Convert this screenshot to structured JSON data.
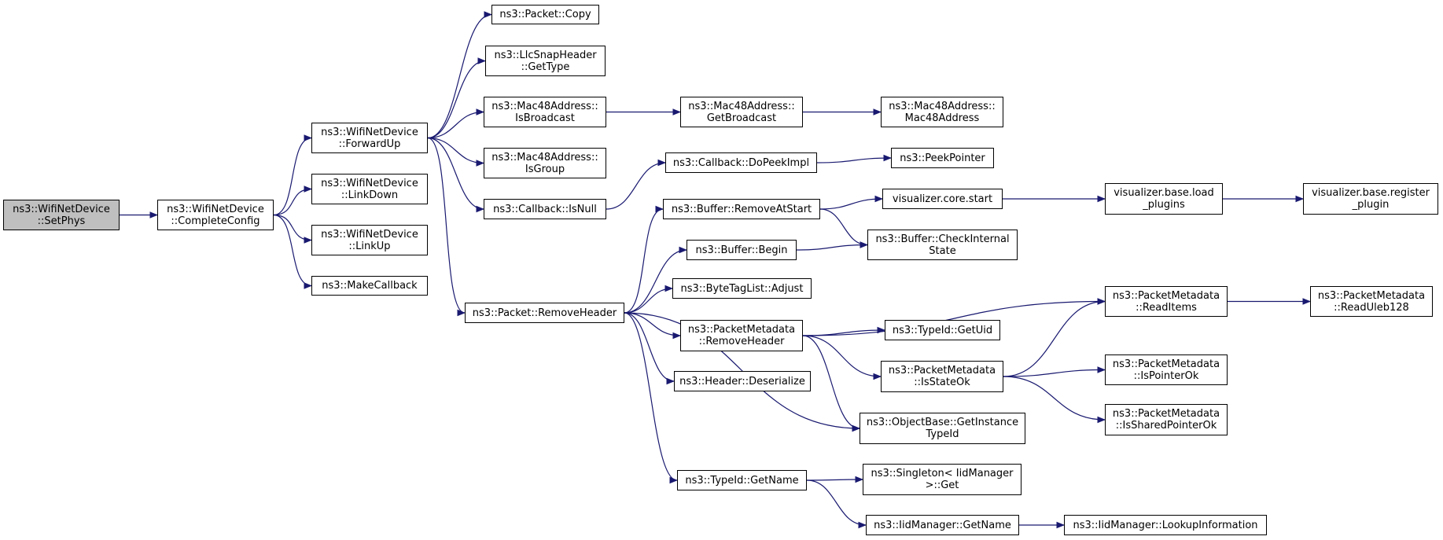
{
  "diagram": {
    "type": "call-graph",
    "edge_color": "#191970",
    "root_fill": "#bfbfbf",
    "nodes": [
      {
        "id": "setphys",
        "label": "ns3::WifiNetDevice\n::SetPhys",
        "root": true
      },
      {
        "id": "completeconfig",
        "label": "ns3::WifiNetDevice\n::CompleteConfig"
      },
      {
        "id": "forwardup",
        "label": "ns3::WifiNetDevice\n::ForwardUp"
      },
      {
        "id": "linkdown",
        "label": "ns3::WifiNetDevice\n::LinkDown"
      },
      {
        "id": "linkup",
        "label": "ns3::WifiNetDevice\n::LinkUp"
      },
      {
        "id": "makecallback",
        "label": "ns3::MakeCallback"
      },
      {
        "id": "packetcopy",
        "label": "ns3::Packet::Copy"
      },
      {
        "id": "llcgettype",
        "label": "ns3::LlcSnapHeader\n::GetType"
      },
      {
        "id": "isbroadcast",
        "label": "ns3::Mac48Address::\nIsBroadcast"
      },
      {
        "id": "isgroup",
        "label": "ns3::Mac48Address::\nIsGroup"
      },
      {
        "id": "isnull",
        "label": "ns3::Callback::IsNull"
      },
      {
        "id": "removeheader",
        "label": "ns3::Packet::RemoveHeader"
      },
      {
        "id": "getbroadcast",
        "label": "ns3::Mac48Address::\nGetBroadcast"
      },
      {
        "id": "mac48ctor",
        "label": "ns3::Mac48Address::\nMac48Address"
      },
      {
        "id": "dopeekimpl",
        "label": "ns3::Callback::DoPeekImpl"
      },
      {
        "id": "peekpointer",
        "label": "ns3::PeekPointer"
      },
      {
        "id": "removeatstart",
        "label": "ns3::Buffer::RemoveAtStart"
      },
      {
        "id": "vcorestart",
        "label": "visualizer.core.start"
      },
      {
        "id": "loadplugins",
        "label": "visualizer.base.load\n_plugins"
      },
      {
        "id": "registerplugin",
        "label": "visualizer.base.register\n_plugin"
      },
      {
        "id": "bufbegin",
        "label": "ns3::Buffer::Begin"
      },
      {
        "id": "checkinternal",
        "label": "ns3::Buffer::CheckInternal\nState"
      },
      {
        "id": "bytetagadjust",
        "label": "ns3::ByteTagList::Adjust"
      },
      {
        "id": "pmremoveheader",
        "label": "ns3::PacketMetadata\n::RemoveHeader"
      },
      {
        "id": "readitems",
        "label": "ns3::PacketMetadata\n::ReadItems"
      },
      {
        "id": "readuleb",
        "label": "ns3::PacketMetadata\n::ReadUleb128"
      },
      {
        "id": "getuid",
        "label": "ns3::TypeId::GetUid"
      },
      {
        "id": "isstateok",
        "label": "ns3::PacketMetadata\n::IsStateOk"
      },
      {
        "id": "ispointerok",
        "label": "ns3::PacketMetadata\n::IsPointerOk"
      },
      {
        "id": "issharedok",
        "label": "ns3::PacketMetadata\n::IsSharedPointerOk"
      },
      {
        "id": "deserialize",
        "label": "ns3::Header::Deserialize"
      },
      {
        "id": "getinstance",
        "label": "ns3::ObjectBase::GetInstance\nTypeId"
      },
      {
        "id": "typeidgetname",
        "label": "ns3::TypeId::GetName"
      },
      {
        "id": "singletonget",
        "label": "ns3::Singleton< IidManager\n>::Get"
      },
      {
        "id": "iidgetname",
        "label": "ns3::IidManager::GetName"
      },
      {
        "id": "lookupinfo",
        "label": "ns3::IidManager::LookupInformation"
      }
    ],
    "edges": [
      [
        "setphys",
        "completeconfig"
      ],
      [
        "completeconfig",
        "forwardup"
      ],
      [
        "completeconfig",
        "linkdown"
      ],
      [
        "completeconfig",
        "linkup"
      ],
      [
        "completeconfig",
        "makecallback"
      ],
      [
        "forwardup",
        "packetcopy"
      ],
      [
        "forwardup",
        "llcgettype"
      ],
      [
        "forwardup",
        "isbroadcast"
      ],
      [
        "forwardup",
        "isgroup"
      ],
      [
        "forwardup",
        "isnull"
      ],
      [
        "forwardup",
        "removeheader"
      ],
      [
        "isbroadcast",
        "getbroadcast"
      ],
      [
        "getbroadcast",
        "mac48ctor"
      ],
      [
        "isnull",
        "dopeekimpl"
      ],
      [
        "dopeekimpl",
        "peekpointer"
      ],
      [
        "removeheader",
        "removeatstart"
      ],
      [
        "removeheader",
        "bufbegin"
      ],
      [
        "removeheader",
        "bytetagadjust"
      ],
      [
        "removeheader",
        "pmremoveheader"
      ],
      [
        "removeheader",
        "deserialize"
      ],
      [
        "removeheader",
        "getinstance"
      ],
      [
        "removeheader",
        "typeidgetname"
      ],
      [
        "removeatstart",
        "vcorestart"
      ],
      [
        "removeatstart",
        "checkinternal"
      ],
      [
        "vcorestart",
        "loadplugins"
      ],
      [
        "loadplugins",
        "registerplugin"
      ],
      [
        "bufbegin",
        "checkinternal"
      ],
      [
        "pmremoveheader",
        "readitems"
      ],
      [
        "pmremoveheader",
        "getuid"
      ],
      [
        "pmremoveheader",
        "isstateok"
      ],
      [
        "pmremoveheader",
        "getinstance"
      ],
      [
        "readitems",
        "readuleb"
      ],
      [
        "isstateok",
        "readitems"
      ],
      [
        "isstateok",
        "ispointerok"
      ],
      [
        "isstateok",
        "issharedok"
      ],
      [
        "typeidgetname",
        "singletonget"
      ],
      [
        "typeidgetname",
        "iidgetname"
      ],
      [
        "iidgetname",
        "lookupinfo"
      ]
    ]
  }
}
